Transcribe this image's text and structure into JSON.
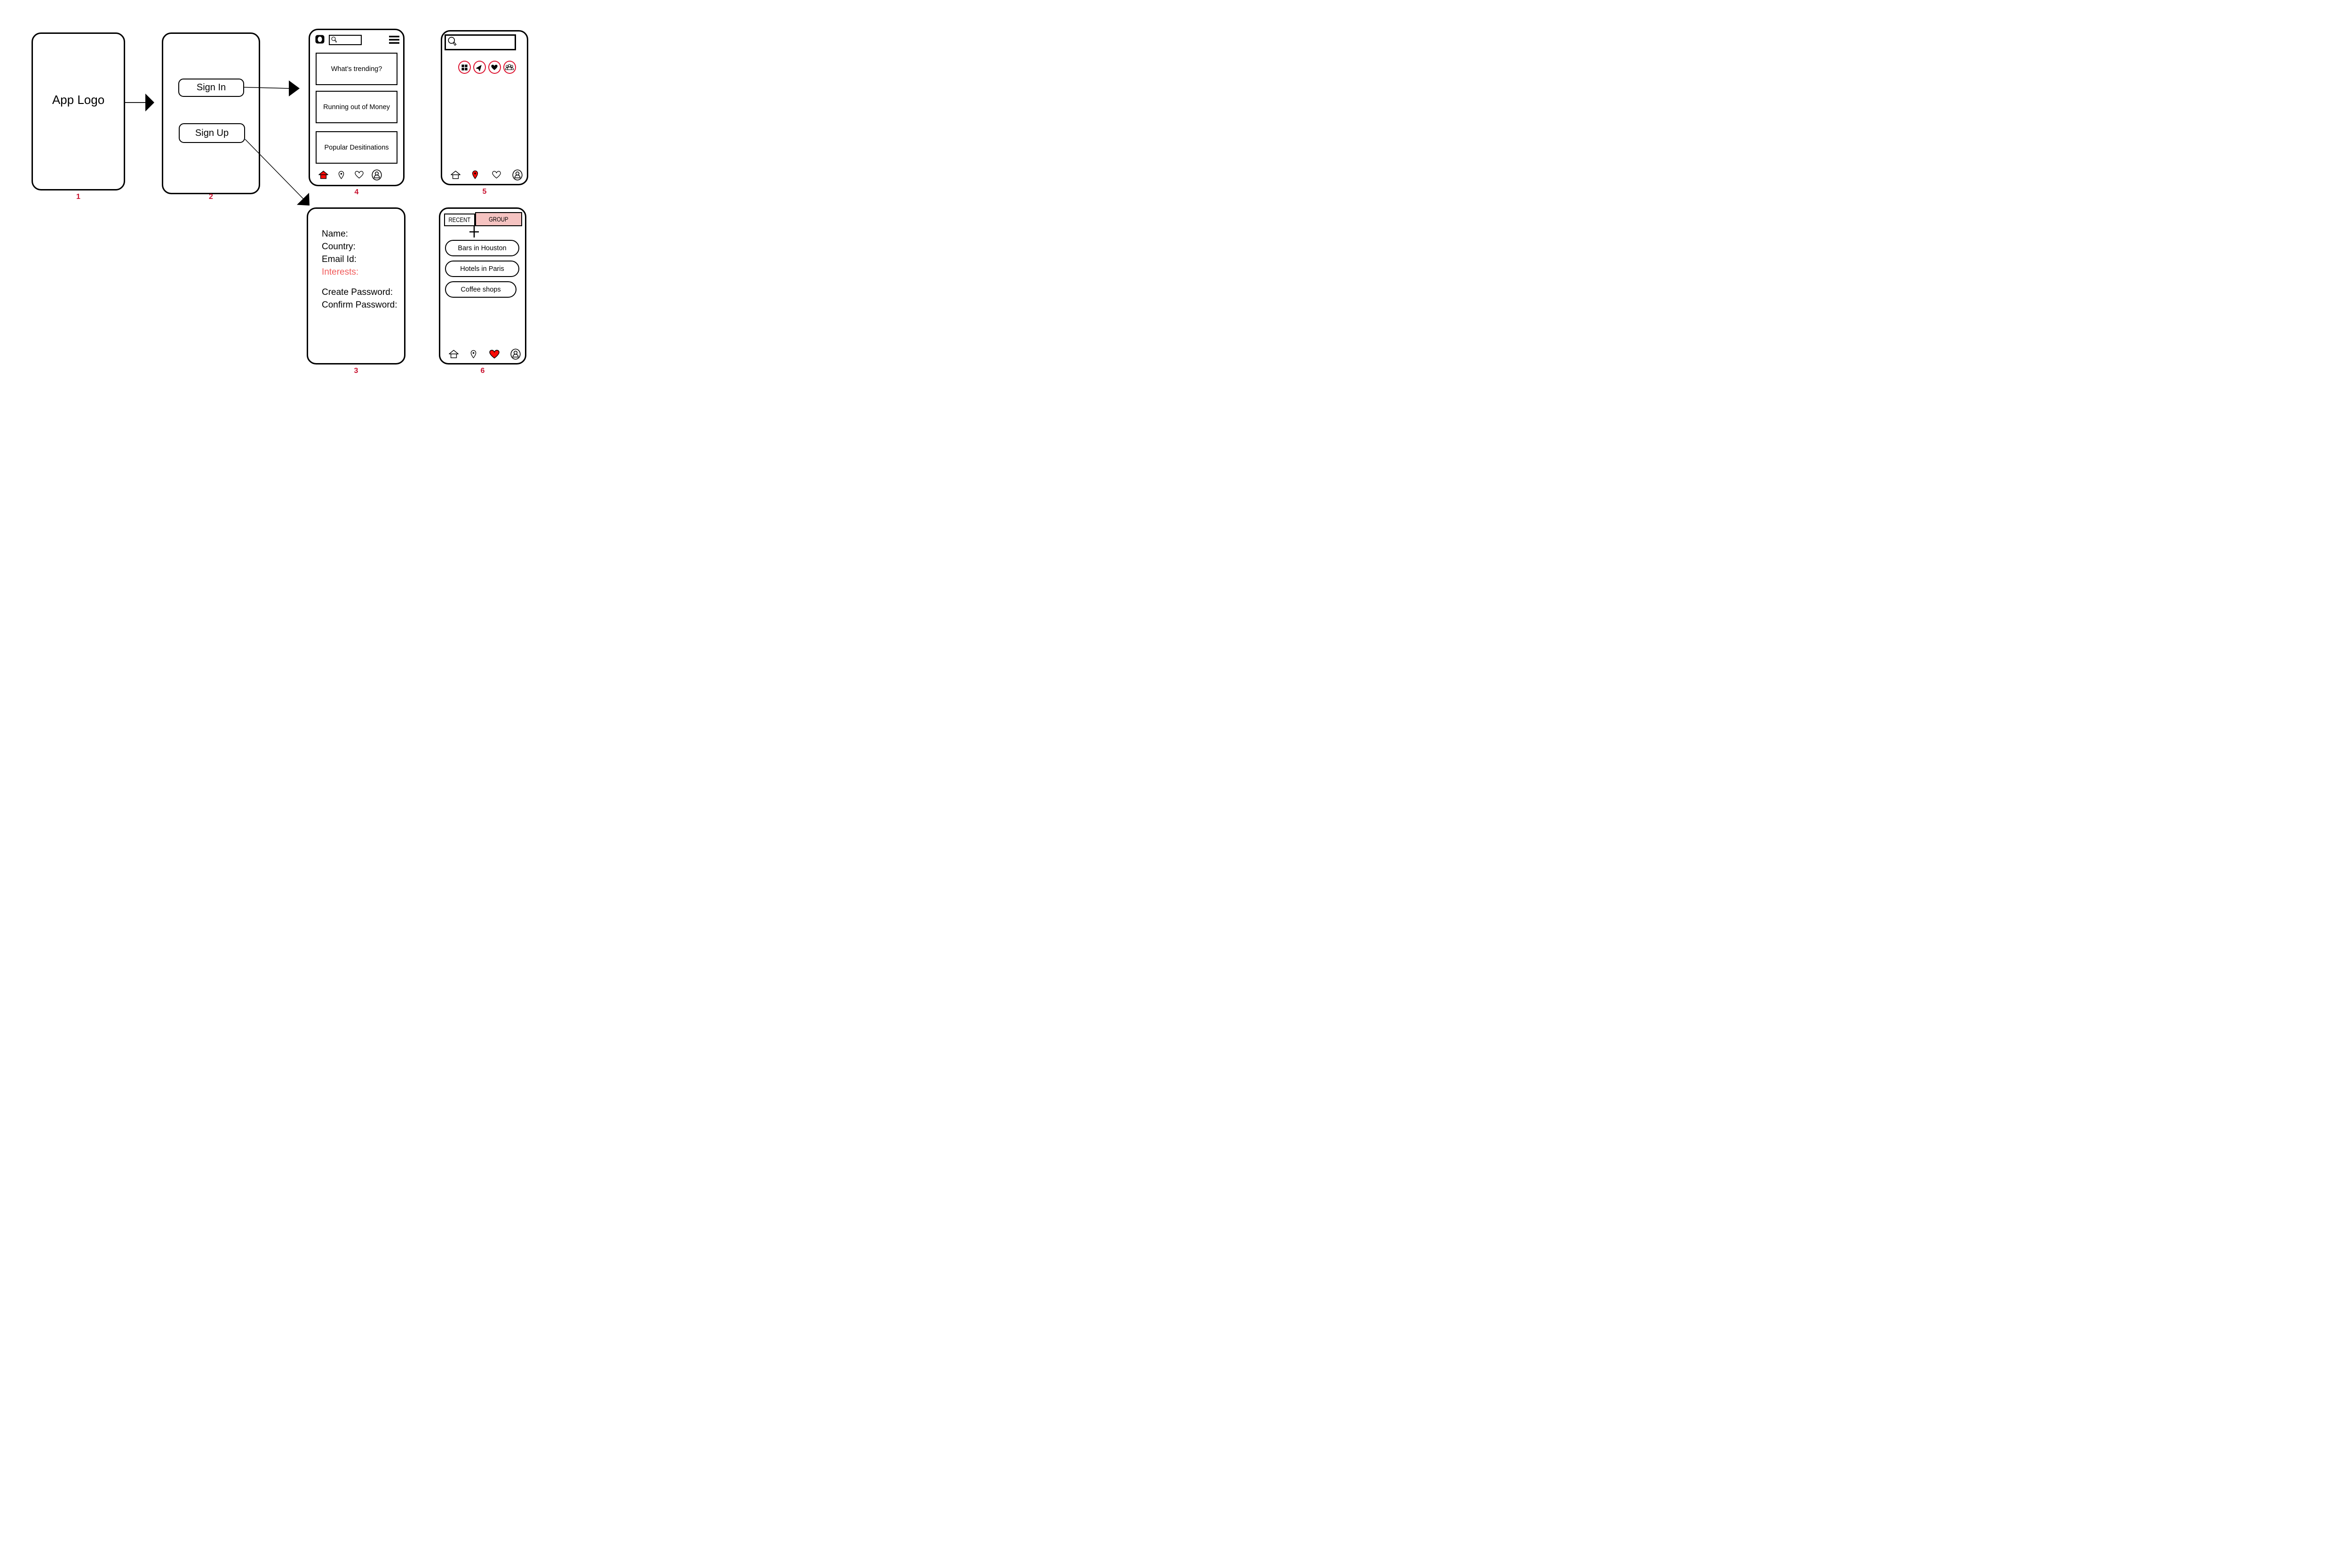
{
  "colors": {
    "red_fill": "#fa0b07",
    "label_red": "#c8102e",
    "circle_outline_red": "#dc1430",
    "interests_red": "#f15b5b",
    "tab_pink": "#f5c3c1"
  },
  "flow": {
    "screen1": {
      "number": "1",
      "logo_text": "App Logo"
    },
    "screen2": {
      "number": "2",
      "sign_in_label": "Sign In",
      "sign_up_label": "Sign Up"
    },
    "screen3": {
      "number": "3",
      "name_label": "Name:",
      "country_label": "Country:",
      "email_label": "Email Id:",
      "interests_label": "Interests:",
      "create_password_label": "Create Password:",
      "confirm_password_label": "Confirm Password:"
    },
    "screen4": {
      "number": "4",
      "search_value": "",
      "cards": [
        "What’s trending?",
        "Running out of Money",
        "Popular Desitinations"
      ],
      "nav_icons": [
        "home-icon",
        "pin-icon",
        "heart-icon",
        "profile-icon"
      ],
      "active_nav": "home"
    },
    "screen5": {
      "number": "5",
      "search_value": "",
      "category_icons": [
        "grid-icon",
        "navigation-icon",
        "heart-icon",
        "people-icon"
      ],
      "nav_icons": [
        "home-icon",
        "pin-icon",
        "heart-icon",
        "profile-icon"
      ],
      "active_nav": "pin"
    },
    "screen6": {
      "number": "6",
      "recent_tab": "RECENT",
      "group_tab": "GROUP",
      "add_icon": "plus-icon",
      "group_items": [
        "Bars in Houston",
        "Hotels in Paris",
        "Coffee shops"
      ],
      "nav_icons": [
        "home-icon",
        "pin-icon",
        "heart-icon",
        "profile-icon"
      ],
      "active_nav": "heart"
    }
  }
}
